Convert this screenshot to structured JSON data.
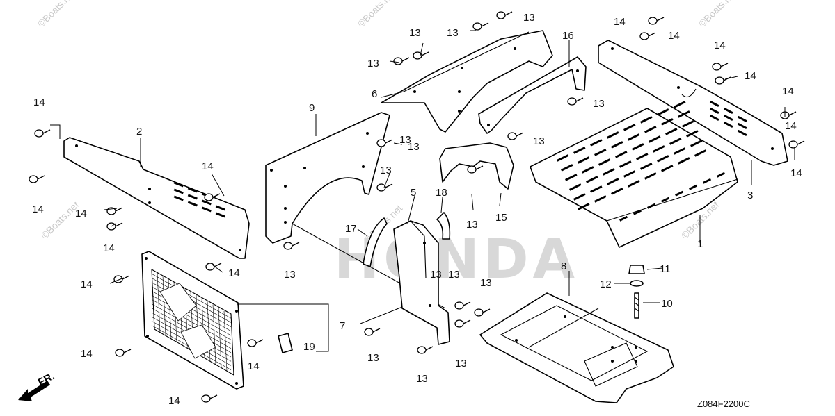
{
  "diagram": {
    "drawing_code": "Z084F2200C",
    "direction_label": "FR.",
    "logo_text": "HONDA",
    "watermark": "©Boats.net",
    "callouts": [
      {
        "id": "c1",
        "text": "1"
      },
      {
        "id": "c2",
        "text": "2"
      },
      {
        "id": "c3",
        "text": "3"
      },
      {
        "id": "c5",
        "text": "5"
      },
      {
        "id": "c6",
        "text": "6"
      },
      {
        "id": "c7",
        "text": "7"
      },
      {
        "id": "c8",
        "text": "8"
      },
      {
        "id": "c9",
        "text": "9"
      },
      {
        "id": "c10",
        "text": "10"
      },
      {
        "id": "c11",
        "text": "11"
      },
      {
        "id": "c12",
        "text": "12"
      },
      {
        "id": "c15",
        "text": "15"
      },
      {
        "id": "c16",
        "text": "16"
      },
      {
        "id": "c17",
        "text": "17"
      },
      {
        "id": "c18",
        "text": "18"
      },
      {
        "id": "c19",
        "text": "19"
      },
      {
        "id": "c13a",
        "text": "13"
      },
      {
        "id": "c13b",
        "text": "13"
      },
      {
        "id": "c13c",
        "text": "13"
      },
      {
        "id": "c13d",
        "text": "13"
      },
      {
        "id": "c13e",
        "text": "13"
      },
      {
        "id": "c13f",
        "text": "13"
      },
      {
        "id": "c13g",
        "text": "13"
      },
      {
        "id": "c13h",
        "text": "13"
      },
      {
        "id": "c13i",
        "text": "13"
      },
      {
        "id": "c13j",
        "text": "13"
      },
      {
        "id": "c13k",
        "text": "13"
      },
      {
        "id": "c13l",
        "text": "13"
      },
      {
        "id": "c13m",
        "text": "13"
      },
      {
        "id": "c13n",
        "text": "13"
      },
      {
        "id": "c13o",
        "text": "13"
      },
      {
        "id": "c13p",
        "text": "13"
      },
      {
        "id": "c13q",
        "text": "13"
      },
      {
        "id": "c14a",
        "text": "14"
      },
      {
        "id": "c14b",
        "text": "14"
      },
      {
        "id": "c14c",
        "text": "14"
      },
      {
        "id": "c14d",
        "text": "14"
      },
      {
        "id": "c14e",
        "text": "14"
      },
      {
        "id": "c14f",
        "text": "14"
      },
      {
        "id": "c14g",
        "text": "14"
      },
      {
        "id": "c14h",
        "text": "14"
      },
      {
        "id": "c14i",
        "text": "14"
      },
      {
        "id": "c14j",
        "text": "14"
      },
      {
        "id": "c14k",
        "text": "14"
      },
      {
        "id": "c14l",
        "text": "14"
      },
      {
        "id": "c14m",
        "text": "14"
      },
      {
        "id": "c14n",
        "text": "14"
      },
      {
        "id": "c14o",
        "text": "14"
      },
      {
        "id": "c14p",
        "text": "14"
      },
      {
        "id": "c14q",
        "text": "14"
      }
    ]
  }
}
